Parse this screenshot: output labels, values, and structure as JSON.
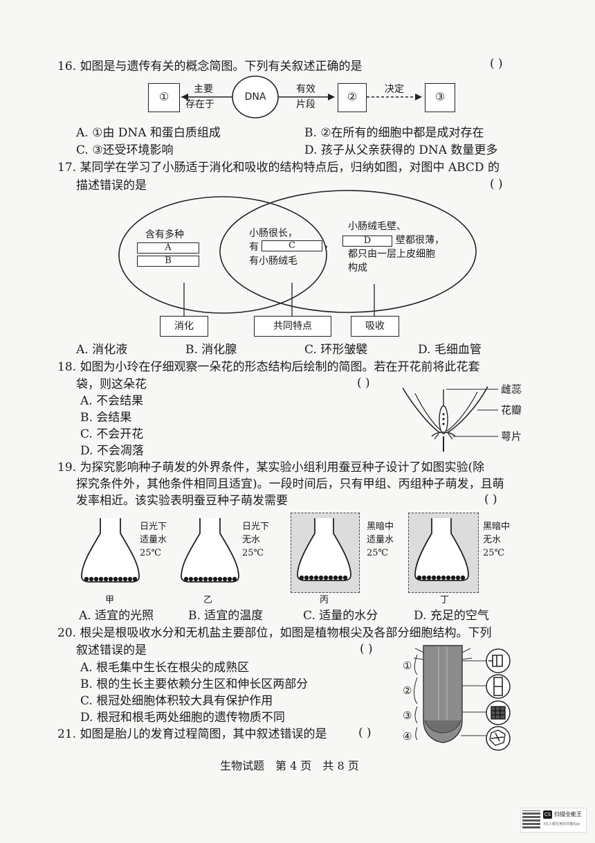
{
  "q16": {
    "stem": "16. 如图是与遗传有关的概念简图。下列有关叙述正确的是",
    "bracket": "(      )",
    "diagram": {
      "box1": "①",
      "arrow1_top": "主要",
      "arrow1_bottom": "存在于",
      "center": "DNA",
      "arrow2_top": "有效",
      "arrow2_bottom": "片段",
      "box2": "②",
      "arrow3_top": "决定",
      "box3": "③"
    },
    "options": {
      "A": "A. ①由 DNA 和蛋白质组成",
      "B": "B. ②在所有的细胞中都是成对存在",
      "C": "C. ③还受环境影响",
      "D": "D. 孩子从父亲获得的 DNA 数量更多"
    }
  },
  "q17": {
    "stem_line1": "17. 某同学在学习了小肠适于消化和吸收的结构特点后，归纳如图，对图中 ABCD 的",
    "stem_line2": "描述错误的是",
    "bracket": "(      )",
    "diagram": {
      "left_text": "含有多种",
      "blank_a": "A",
      "blank_b": "B",
      "mid_line1": "小肠很长，",
      "mid_prefix": "有",
      "blank_c": "C",
      "mid_comma": "，",
      "mid_line3": "有小肠绒毛",
      "right_line1": "小肠绒毛壁、",
      "blank_d": "D",
      "right_line2_suffix": "壁都很薄，",
      "right_line3": "都只由一层上皮细胞",
      "right_line4": "构成",
      "box_left": "消化",
      "box_mid": "共同特点",
      "box_right": "吸收"
    },
    "options": {
      "A": "A. 消化液",
      "B": "B. 消化腺",
      "C": "C. 环形皱襞",
      "D": "D. 毛细血管"
    }
  },
  "q18": {
    "stem_line1": "18. 如图为小玲在仔细观察一朵花的形态结构后绘制的简图。若在开花前将此花套",
    "stem_line2": "袋，则这朵花",
    "bracket": "(      )",
    "labels": {
      "pistil": "雌蕊",
      "petal": "花瓣",
      "sepal": "萼片"
    },
    "options": {
      "A": "A. 不会结果",
      "B": "B. 会结果",
      "C": "C. 不会开花",
      "D": "D. 不会凋落"
    }
  },
  "q19": {
    "stem_line1": "19. 为探究影响种子萌发的外界条件，某实验小组利用蚕豆种子设计了如图实验(除",
    "stem_line2": "探究条件外，其他条件相同且适宜)。一段时间后，只有甲组、丙组种子萌发，且萌",
    "stem_line3": "发率相近。该实验表明蚕豆种子萌发需要",
    "bracket": "(      )",
    "flasks": [
      {
        "name": "甲",
        "l1": "日光下",
        "l2": "适量水",
        "l3": "25℃"
      },
      {
        "name": "乙",
        "l1": "日光下",
        "l2": "无水",
        "l3": "25℃"
      },
      {
        "name": "丙",
        "l1": "黑暗中",
        "l2": "适量水",
        "l3": "25℃"
      },
      {
        "name": "丁",
        "l1": "黑暗中",
        "l2": "无水",
        "l3": "25℃"
      }
    ],
    "options": {
      "A": "A. 适宜的光照",
      "B": "B. 适宜的温度",
      "C": "C. 适量的水分",
      "D": "D. 充足的空气"
    }
  },
  "q20": {
    "stem_line1": "20. 根尖是根吸收水分和无机盐主要部位，如图是植物根尖及各部分细胞结构。下列",
    "stem_line2": "叙述错误的是",
    "bracket": "(      )",
    "zones": [
      "①",
      "②",
      "③",
      "④"
    ],
    "options": {
      "A": "A. 根毛集中生长在根尖的成熟区",
      "B": "B. 根的生长主要依赖分生区和伸长区两部分",
      "C": "C. 根冠处细胞体积较大具有保护作用",
      "D": "D. 根冠和根毛两处细胞的遗传物质不同"
    }
  },
  "q21": {
    "stem": "21. 如图是胎儿的发育过程简图，其中叙述错误的是",
    "bracket": "(      )"
  },
  "footer": "生物试题　第 4 页　共 8 页",
  "scanner": {
    "line1": "扫描全能王",
    "line2": "3亿人都在用的扫描App",
    "badge": "CS"
  }
}
